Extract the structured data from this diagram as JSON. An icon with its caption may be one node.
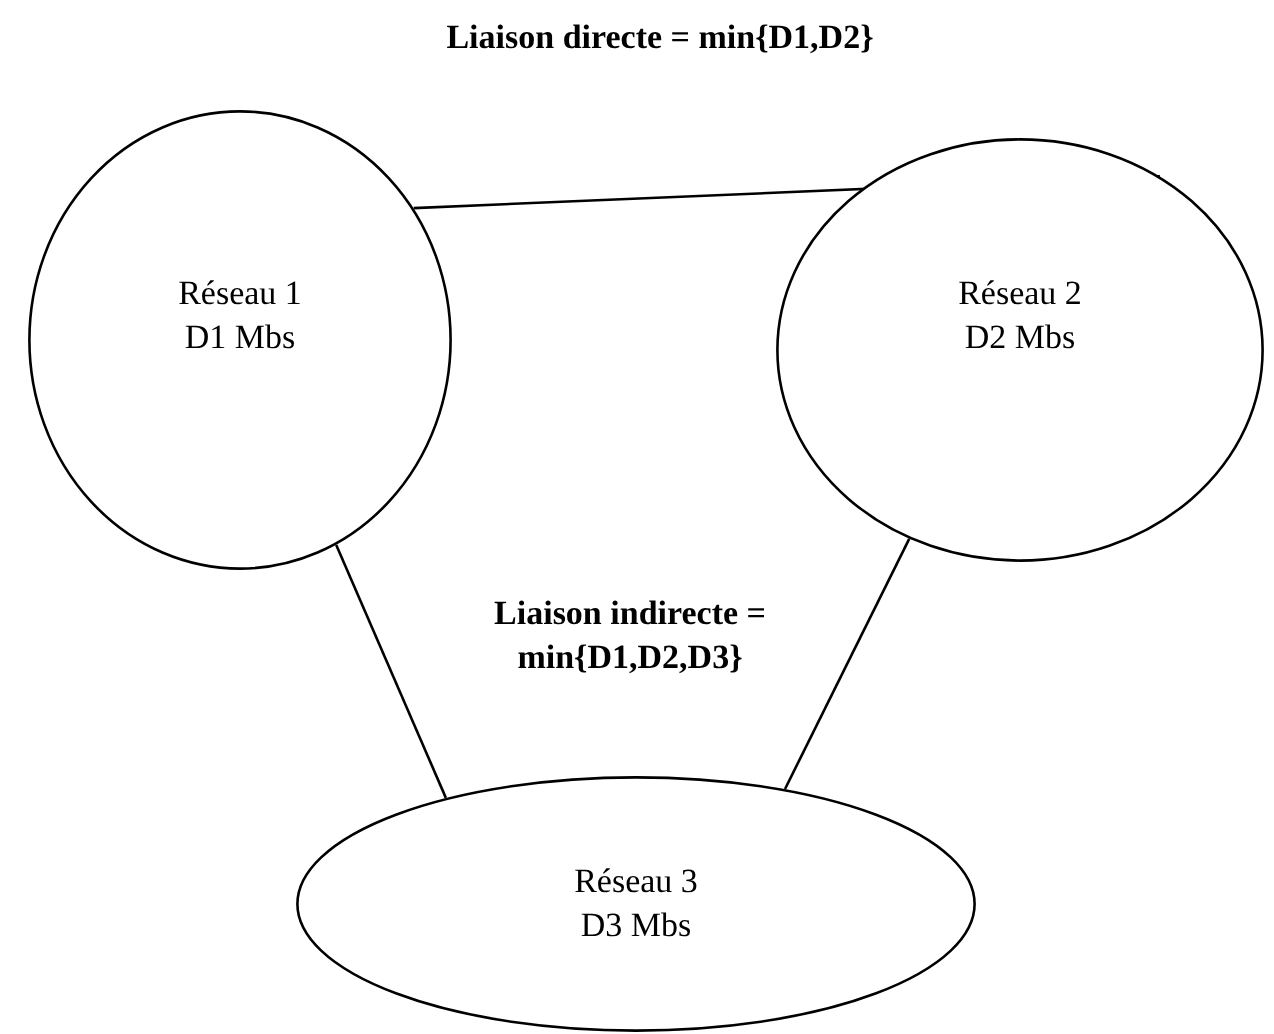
{
  "diagram": {
    "nodes": [
      {
        "text": [
          "Réseau 1 D1 Mbs"
        ]
      },
      {
        "text": [
          "Réseau 2 D2 Mbs"
        ]
      },
      {
        "text": [
          "Réseau 3 D3 Mbs"
        ]
      }
    ],
    "edges": [
      {
        "from": 0,
        "to": 1,
        "arrow": "none"
      },
      {
        "from": 0,
        "to": 2,
        "arrow": "none"
      },
      {
        "from": 1,
        "to": 2,
        "arrow": "none"
      }
    ],
    "labels": [
      "Liaison directe = min{D1,D2}",
      "Liaison indirecte = min{D1,D2,D3}"
    ]
  }
}
